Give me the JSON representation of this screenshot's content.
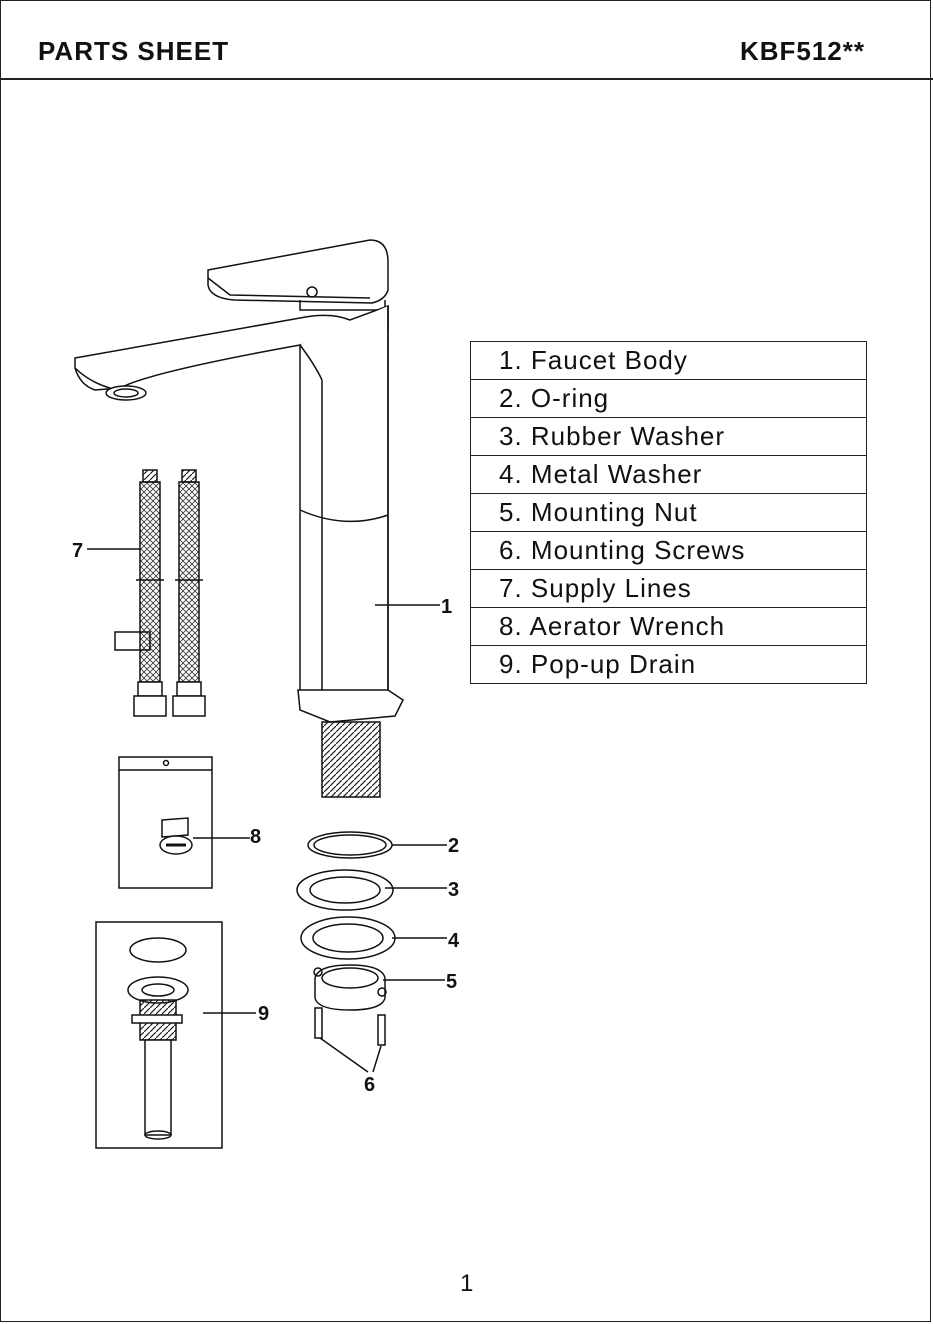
{
  "header": {
    "title": "PARTS SHEET",
    "model": "KBF512**"
  },
  "parts": [
    {
      "label": "1. Faucet Body"
    },
    {
      "label": "2. O-ring"
    },
    {
      "label": "3. Rubber Washer"
    },
    {
      "label": "4. Metal Washer"
    },
    {
      "label": "5. Mounting Nut"
    },
    {
      "label": "6. Mounting Screws"
    },
    {
      "label": "7. Supply Lines"
    },
    {
      "label": "8. Aerator  Wrench"
    },
    {
      "label": "9. Pop-up Drain"
    }
  ],
  "callouts": {
    "c1": "1",
    "c2": "2",
    "c3": "3",
    "c4": "4",
    "c5": "5",
    "c6": "6",
    "c7": "7",
    "c8": "8",
    "c9": "9"
  },
  "footer": {
    "page_number": "1"
  }
}
